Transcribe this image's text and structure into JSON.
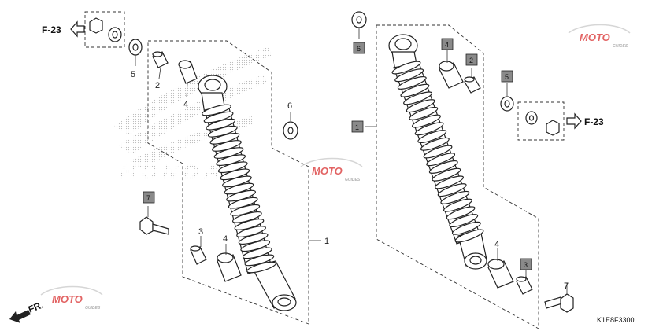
{
  "diagram_code": "K1E8F3300",
  "reference_label": "F-23",
  "direction_label": "FR.",
  "watermark": {
    "brand": "HONDA",
    "site": "MOTO",
    "site_sub": "GUIDES"
  },
  "left_callouts": [
    "1",
    "2",
    "3",
    "4",
    "4",
    "5",
    "6",
    "7"
  ],
  "right_callouts": [
    "1",
    "2",
    "3",
    "4",
    "4",
    "5",
    "6",
    "7"
  ],
  "colors": {
    "line": "#222222",
    "box_fill": "#8a8a8a",
    "watermark_red": "#d93030",
    "watermark_gray": "#c9c9c9"
  }
}
